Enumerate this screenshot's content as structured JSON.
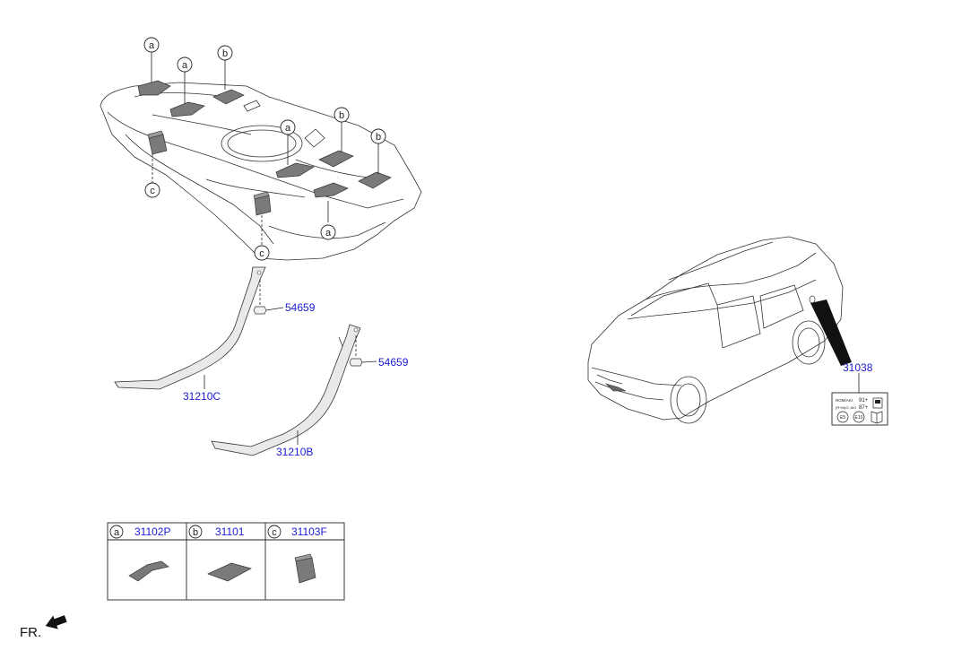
{
  "callouts": {
    "a": "a",
    "b": "b",
    "c": "c"
  },
  "parts": {
    "bolt_1": "54659",
    "bolt_2": "54659",
    "strap_c": "31210C",
    "strap_b": "31210B",
    "label_decal": "31038"
  },
  "legend": [
    {
      "letter": "a",
      "part": "31102P"
    },
    {
      "letter": "b",
      "part": "31101"
    },
    {
      "letter": "c",
      "part": "31103F"
    }
  ],
  "fuel_label": {
    "line1_left": "ROM/AKI",
    "line1_right": "91+",
    "line2_left": "(R+M)/2, AKI",
    "line2_right": "87+",
    "badge1": "E5",
    "badge2": "E10"
  },
  "orientation": {
    "text": "FR."
  },
  "icons": {
    "front_arrow": "arrow-front-icon",
    "book": "book-icon",
    "fuel_pump": "fuel-pump-icon"
  }
}
